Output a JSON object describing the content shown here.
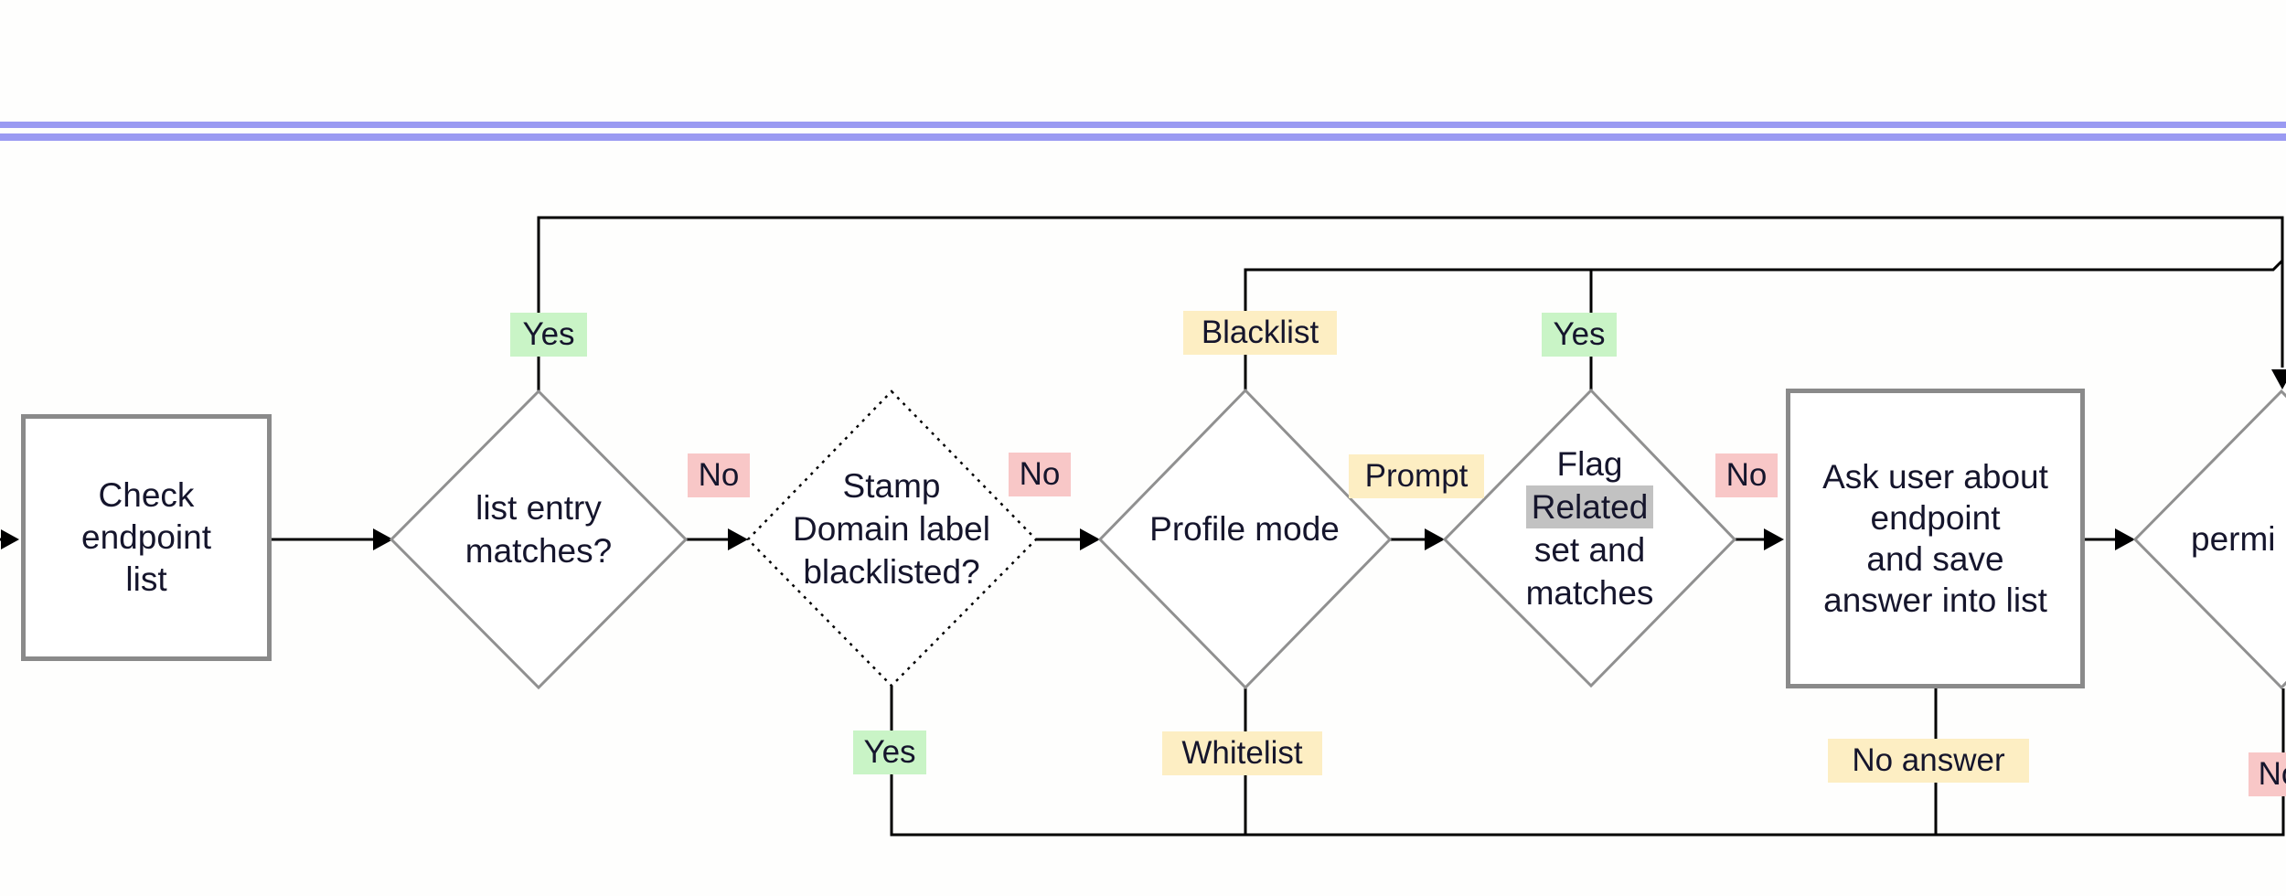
{
  "header": {
    "divider_color": "#9a9af2"
  },
  "colors": {
    "accent_purple": "#9a9af2",
    "label_green": "#c9f4c6",
    "label_pink": "#f8c7c7",
    "label_yellow": "#fdeec3",
    "label_gray": "#c2c2c2",
    "node_border_gray": "#8a8a8a",
    "diamond_stroke_gray": "#909090",
    "line_black": "#000000",
    "text_dark": "#15152c"
  },
  "nodes": {
    "check_endpoint_list": {
      "lines": [
        "Check",
        "endpoint",
        "list"
      ]
    },
    "list_entry_matches": {
      "lines": [
        "list entry",
        "matches?"
      ]
    },
    "stamp_domain_blacklisted": {
      "lines": [
        "Stamp",
        "Domain label",
        "blacklisted?"
      ]
    },
    "profile_mode": {
      "label": "Profile mode"
    },
    "flag_related": {
      "line1": "Flag",
      "line2_highlight": "Related",
      "line3": "set and",
      "line4": "matches"
    },
    "ask_user": {
      "lines": [
        "Ask user about",
        "endpoint",
        "and save",
        "answer into list"
      ]
    },
    "permitted_partial": {
      "label": "permi"
    }
  },
  "edge_labels": {
    "list_entry_yes": "Yes",
    "list_entry_no": "No",
    "stamp_no": "No",
    "stamp_yes": "Yes",
    "profile_blacklist": "Blacklist",
    "profile_prompt": "Prompt",
    "profile_whitelist": "Whitelist",
    "flag_yes": "Yes",
    "flag_no": "No",
    "ask_no_answer": "No answer",
    "permitted_no": "No"
  }
}
